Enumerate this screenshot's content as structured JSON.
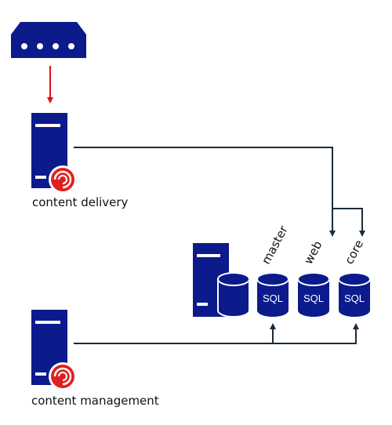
{
  "colors": {
    "node_blue": "#0b1b8c",
    "brand_red": "#e02020",
    "connector": "#1c2b3a",
    "request_arrow": "#e01010"
  },
  "nodes": {
    "load_balancer": {
      "icon": "network-appliance-icon"
    },
    "content_delivery": {
      "label": "content delivery",
      "icon": "server-icon",
      "badge": "sitecore-logo-icon"
    },
    "content_management": {
      "label": "content management",
      "icon": "server-icon",
      "badge": "sitecore-logo-icon"
    },
    "database_server": {
      "icon": "database-server-icon"
    }
  },
  "databases": [
    {
      "name": "master",
      "text": "SQL"
    },
    {
      "name": "web",
      "text": "SQL"
    },
    {
      "name": "core",
      "text": "SQL"
    }
  ]
}
